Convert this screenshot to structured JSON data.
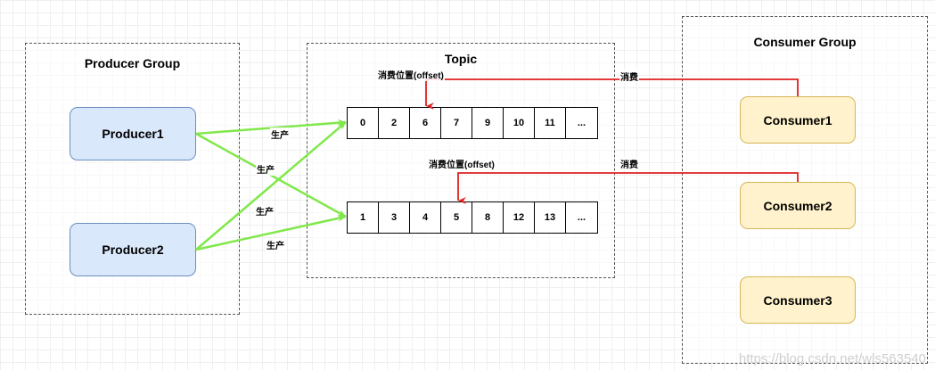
{
  "producer_group": {
    "title": "Producer Group",
    "producers": [
      {
        "name": "Producer1"
      },
      {
        "name": "Producer2"
      }
    ]
  },
  "topic": {
    "title": "Topic",
    "queues": [
      {
        "cells": [
          "0",
          "2",
          "6",
          "7",
          "9",
          "10",
          "11",
          "..."
        ]
      },
      {
        "cells": [
          "1",
          "3",
          "4",
          "5",
          "8",
          "12",
          "13",
          "..."
        ]
      }
    ],
    "offset_labels": [
      "消费位置(offset)",
      "消费位置(offset)"
    ]
  },
  "consumer_group": {
    "title": "Consumer Group",
    "consumers": [
      {
        "name": "Consumer1"
      },
      {
        "name": "Consumer2"
      },
      {
        "name": "Consumer3"
      }
    ]
  },
  "edge_labels": {
    "produce": [
      "生产",
      "生产",
      "生产",
      "生产"
    ],
    "consume": [
      "消费",
      "消费"
    ]
  },
  "colors": {
    "produce_edge": "#80e84a",
    "consume_edge": "#e02020",
    "producer_fill": "#dae8fc",
    "consumer_fill": "#fff2cc"
  },
  "watermark": "https://blog.csdn.net/wls563540"
}
